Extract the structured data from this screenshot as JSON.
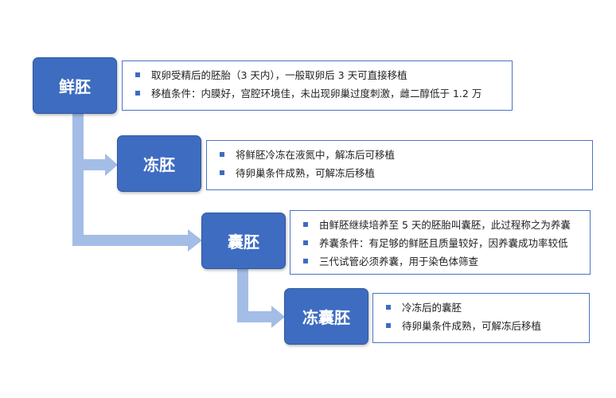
{
  "colors": {
    "node_fill": "#3e6cc0",
    "node_text": "#ffffff",
    "desc_border": "#4a74c2",
    "arrow": "#a3bde6",
    "bullet": "#3e6cc0"
  },
  "nodes": [
    {
      "label": "鲜胚",
      "bullets": [
        "取卵受精后的胚胎（3 天内），一般取卵后 3 天可直接移植",
        "移植条件：内膜好，宫腔环境佳，未出现卵巢过度刺激，雌二醇低于 1.2 万"
      ]
    },
    {
      "label": "冻胚",
      "bullets": [
        "将鲜胚冷冻在液氮中，解冻后可移植",
        "待卵巢条件成熟，可解冻后移植"
      ]
    },
    {
      "label": "囊胚",
      "bullets": [
        "由鲜胚继续培养至 5 天的胚胎叫囊胚，此过程称之为养囊",
        "养囊条件：有足够的鲜胚且质量较好，因养囊成功率较低",
        "三代试管必须养囊，用于染色体筛查"
      ]
    },
    {
      "label": "冻囊胚",
      "bullets": [
        "冷冻后的囊胚",
        "待卵巢条件成熟，可解冻后移植"
      ]
    }
  ]
}
